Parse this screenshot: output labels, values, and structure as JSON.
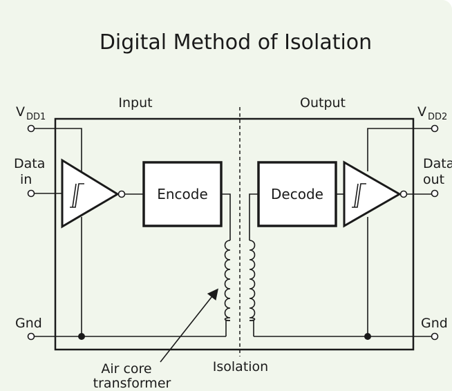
{
  "diagram": {
    "title": "Digital Method of Isolation",
    "sections": {
      "input": "Input",
      "output": "Output"
    },
    "pins": {
      "vdd1_main": "V",
      "vdd1_sub": "DD1",
      "vdd2_main": "V",
      "vdd2_sub": "DD2",
      "data_in_line1": "Data",
      "data_in_line2": "in",
      "data_out_line1": "Data",
      "data_out_line2": "out",
      "gnd_left": "Gnd",
      "gnd_right": "Gnd"
    },
    "blocks": {
      "encode": "Encode",
      "decode": "Decode"
    },
    "annotations": {
      "isolation": "Isolation",
      "transformer_line1": "Air core",
      "transformer_line2": "transformer"
    },
    "colors": {
      "background": "#f1f6ec",
      "line": "#1a1a1a"
    }
  }
}
